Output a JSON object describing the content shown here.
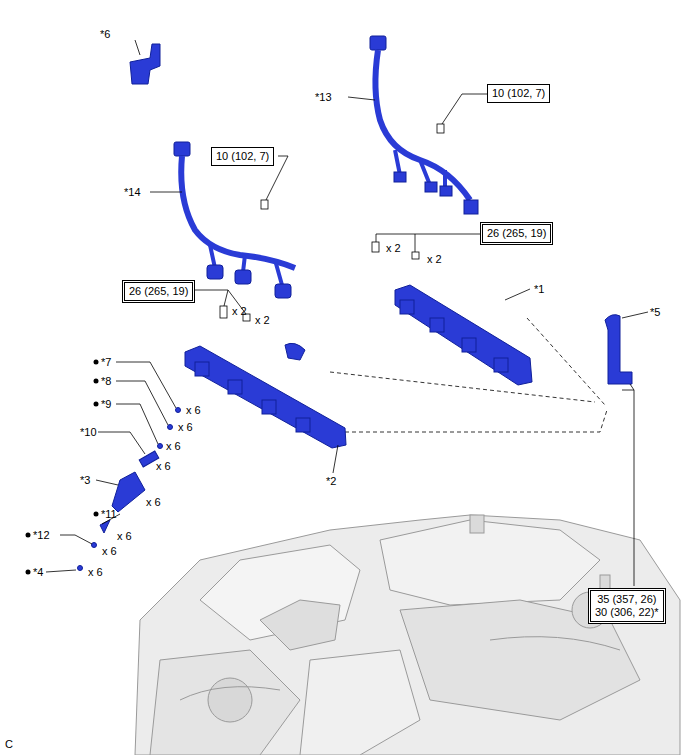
{
  "diagram": {
    "nodes": [
      {
        "text": [
          "10 (102, 7)"
        ]
      },
      {
        "text": [
          "10 (102, 7)"
        ]
      },
      {
        "text": [
          "26 (265, 19)"
        ]
      },
      {
        "text": [
          "26 (265, 19)"
        ]
      },
      {
        "text": [
          "35 (357, 26)",
          "30 (306, 22)*"
        ]
      }
    ],
    "labels": [
      "*6",
      "*13",
      "*14",
      "x 2",
      "x 2",
      "*1",
      "*5",
      "x 2",
      "x 2",
      "*7",
      "x 6",
      "*8",
      "x 6",
      "*9",
      "x 6",
      "*10",
      "x 6",
      "*3",
      "x 6",
      "*11",
      "x 6",
      "*12",
      "x 6",
      "*4",
      "x 6",
      "*2",
      "C"
    ]
  }
}
